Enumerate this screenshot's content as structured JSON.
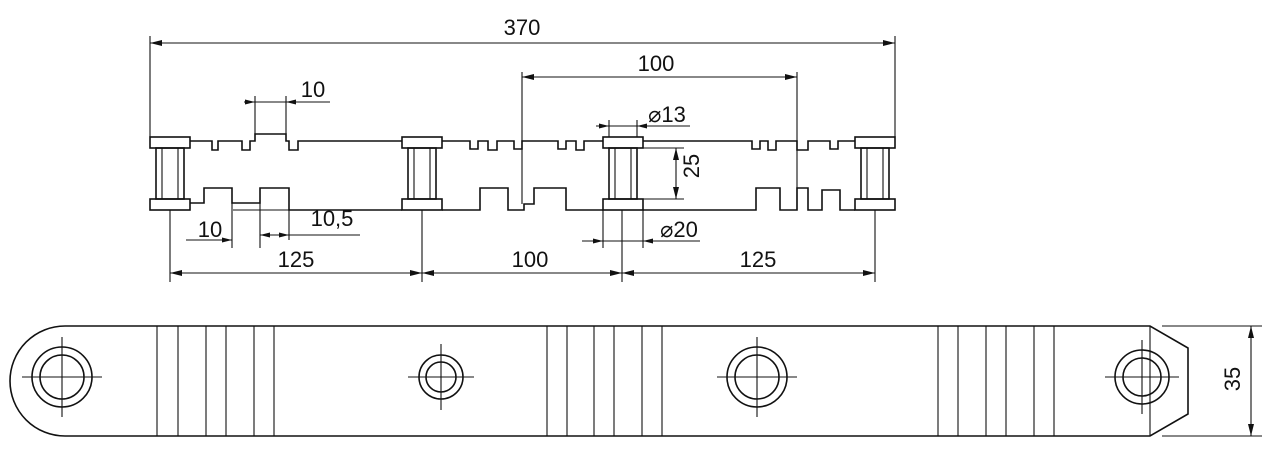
{
  "drawing": {
    "dimensions": {
      "overall_length": "370",
      "slot_width_top": "10",
      "span_upper": "100",
      "bore_small": "⌀13",
      "bush_height": "25",
      "slot_width_bottom": "10",
      "slot_width_bottom2": "10,5",
      "bore_large": "⌀20",
      "pitch_left": "125",
      "pitch_middle": "100",
      "pitch_right": "125",
      "plate_height": "35"
    }
  }
}
